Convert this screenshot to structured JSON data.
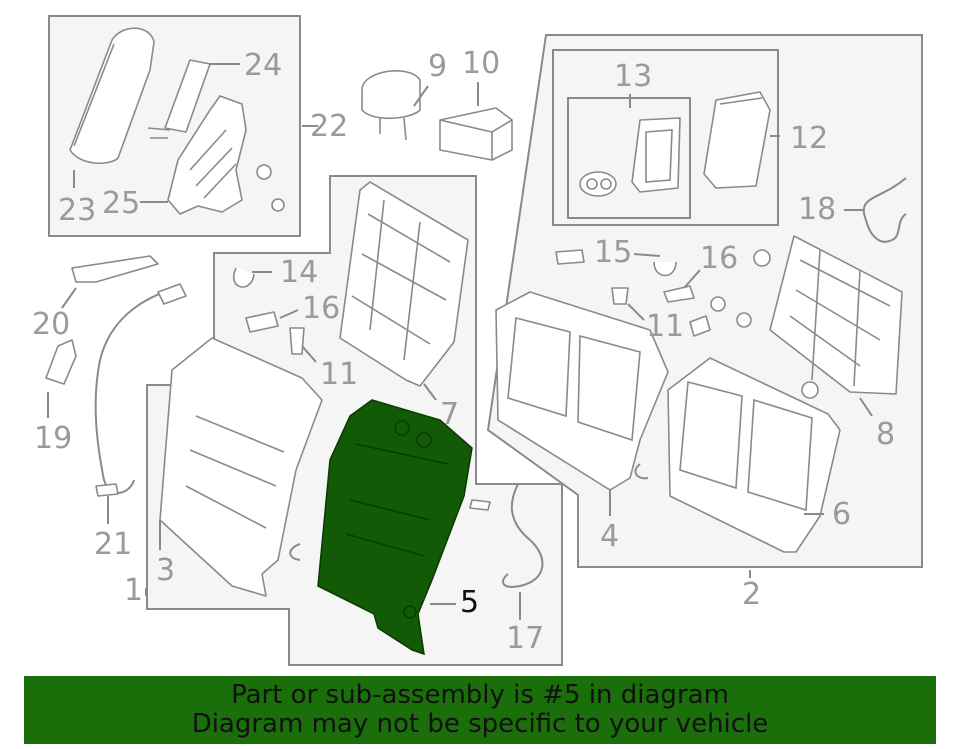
{
  "colors": {
    "highlight": "#135a06",
    "banner": "#1a6f0a",
    "line": "#8a8a8a",
    "label": "#9a9a9a"
  },
  "labels": {
    "p1": "1",
    "p2": "2",
    "p3": "3",
    "p4": "4",
    "p5": "5",
    "p6": "6",
    "p7": "7",
    "p8": "8",
    "p9": "9",
    "p10": "10",
    "p11a": "11",
    "p11b": "11",
    "p12": "12",
    "p13": "13",
    "p14": "14",
    "p15": "15",
    "p16a": "16",
    "p16b": "16",
    "p17": "17",
    "p18": "18",
    "p19": "19",
    "p20": "20",
    "p21": "21",
    "p22": "22",
    "p23": "23",
    "p24": "24",
    "p25": "25"
  },
  "banner": {
    "line1": "Part or sub-assembly is #5 in diagram",
    "line2": "Diagram may not be specific to your vehicle"
  }
}
